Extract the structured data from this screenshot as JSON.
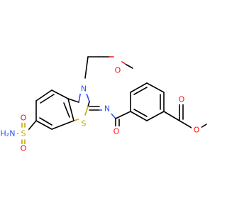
{
  "molecule": {
    "atoms": {
      "methoxy_oxygen": "O",
      "ring_nitrogen": "N",
      "ring_sulfur": "S",
      "imine_nitrogen": "N",
      "amide_oxygen": "O",
      "sulfonyl_sulfur": "S",
      "sulfonyl_oxygen_top": "O",
      "sulfonyl_oxygen_bottom": "O",
      "sulfonamide_group": "H₂N",
      "ester_carbonyl_oxygen": "O",
      "ester_ether_oxygen": "O"
    },
    "colors": {
      "carbon": "#000000",
      "oxygen": "#ff0d0d",
      "nitrogen": "#3050f8",
      "sulfur": "#c8a800"
    }
  }
}
